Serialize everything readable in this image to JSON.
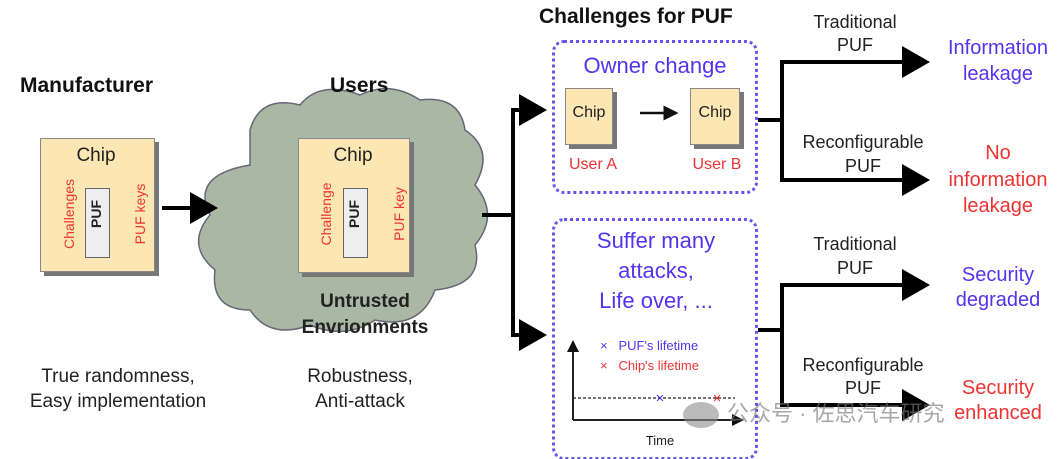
{
  "manufacturer": {
    "title": "Manufacturer",
    "chip": "Chip",
    "input": "Challenges",
    "puf": "PUF",
    "output": "PUF keys",
    "notes": [
      "True randomness,",
      "Easy implementation"
    ]
  },
  "users": {
    "title": "Users",
    "chip": "Chip",
    "input": "Challenge",
    "puf": "PUF",
    "output": "PUF key",
    "environment": [
      "Untrusted",
      "Envrionments"
    ],
    "notes": [
      "Robustness,",
      "Anti-attack"
    ]
  },
  "challenges": {
    "title": "Challenges for PUF",
    "owner_change": {
      "title": "Owner change",
      "chip_a": "Chip",
      "chip_b": "Chip",
      "user_a": "User A",
      "user_b": "User B"
    },
    "attacks": {
      "lines": [
        "Suffer many",
        "attacks,",
        "Life over, ..."
      ],
      "legend": [
        {
          "marker": "×",
          "label": "PUF's lifetime",
          "color": "#5533ee"
        },
        {
          "marker": "×",
          "label": "Chip's lifetime",
          "color": "#ee3333"
        }
      ],
      "xlabel": "Time"
    }
  },
  "outcomes": {
    "top_traditional": {
      "label": [
        "Traditional",
        "PUF"
      ],
      "result": [
        "Information",
        "leakage"
      ]
    },
    "top_reconfigurable": {
      "label": [
        "Reconfigurable",
        "PUF"
      ],
      "result": [
        "No",
        "information",
        "leakage"
      ]
    },
    "bottom_traditional": {
      "label": [
        "Traditional",
        "PUF"
      ],
      "result": [
        "Security",
        "degraded"
      ]
    },
    "bottom_reconfigurable": {
      "label": [
        "Reconfigurable",
        "PUF"
      ],
      "result": [
        "Security",
        "enhanced"
      ]
    }
  },
  "watermark": "公众号 · 佐思汽车研究",
  "colors": {
    "blue": "#5533ee",
    "red": "#ee3333",
    "chip": "#fbe6b4",
    "cloud": "#a9b8a4"
  }
}
